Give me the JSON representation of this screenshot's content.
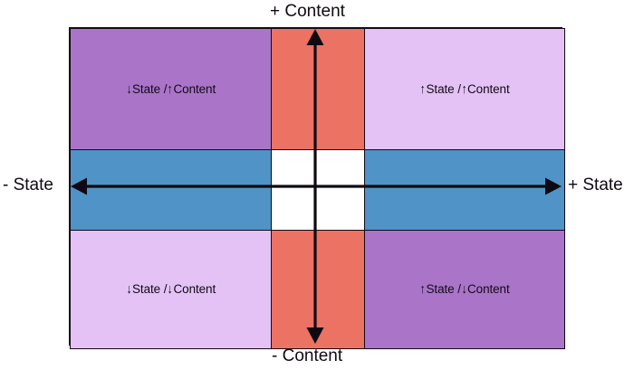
{
  "diagram": {
    "title_top": "+ Content",
    "title_bottom": "- Content",
    "title_left": "- State",
    "title_right": "+ State",
    "axes": {
      "vertical": {
        "name": "Content",
        "positive_label": "+ Content",
        "negative_label": "- Content",
        "arrow": "double-headed-vertical"
      },
      "horizontal": {
        "name": "State",
        "positive_label": "+ State",
        "negative_label": "- State",
        "arrow": "double-headed-horizontal"
      }
    },
    "quadrants": [
      {
        "position": "top-left",
        "state_arrow": "↓",
        "state_word": "State",
        "separator": " /",
        "content_arrow": "↑",
        "content_word": "Content",
        "full_label": "↓State /↑Content",
        "color": "#aa74c8",
        "color_name": "dark-purple"
      },
      {
        "position": "top-right",
        "state_arrow": "↑",
        "state_word": "State",
        "separator": " /",
        "content_arrow": "↑",
        "content_word": "Content",
        "full_label": "↑State /↑Content",
        "color": "#e4c2f5",
        "color_name": "light-purple"
      },
      {
        "position": "bottom-left",
        "state_arrow": "↓",
        "state_word": "State",
        "separator": " /",
        "content_arrow": "↓",
        "content_word": "Content",
        "full_label": "↓State /↓Content",
        "color": "#e4c2f5",
        "color_name": "light-purple"
      },
      {
        "position": "bottom-right",
        "state_arrow": "↑",
        "state_word": "State",
        "separator": " /",
        "content_arrow": "↓",
        "content_word": "Content",
        "full_label": "↑State /↓Content",
        "color": "#aa74c8",
        "color_name": "dark-purple"
      }
    ],
    "bands": {
      "vertical_center_color": "#ec7263",
      "vertical_center_color_name": "salmon",
      "horizontal_center_color": "#5093c6",
      "horizontal_center_color_name": "blue",
      "intersection_color": "#ffffff",
      "intersection_color_name": "white"
    },
    "stroke_color": "#140a14"
  }
}
